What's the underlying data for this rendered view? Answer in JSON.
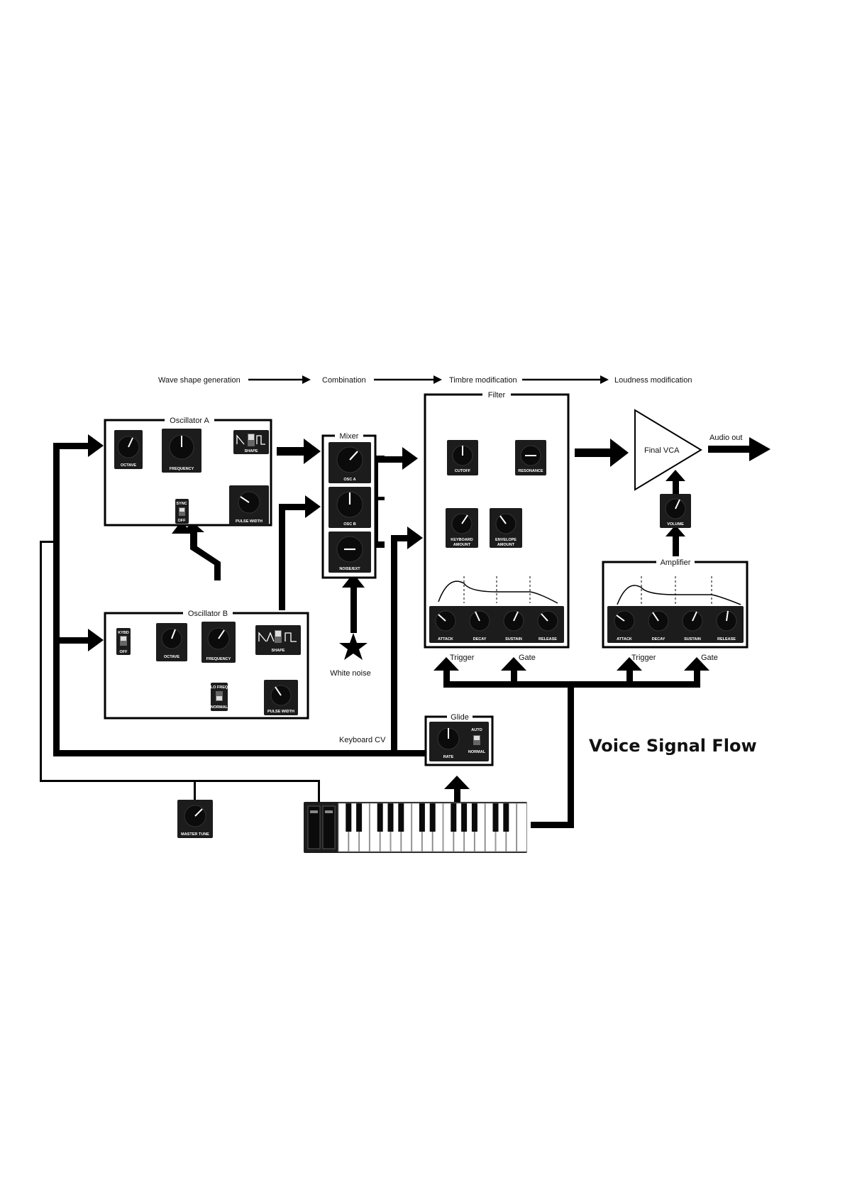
{
  "stages": {
    "wave": "Wave shape generation",
    "combination": "Combination",
    "timbre": "Timbre modification",
    "loudness": "Loudness modification"
  },
  "oscA": {
    "title": "Oscillator A",
    "octave": "OCTAVE",
    "frequency": "FREQUENCY",
    "shape": "SHAPE",
    "pulse_width": "PULSE WIDTH",
    "sync_on": "SYNC",
    "sync_off": "OFF"
  },
  "oscB": {
    "title": "Oscillator B",
    "kybd_on": "KYBD",
    "kybd_off": "OFF",
    "octave": "OCTAVE",
    "frequency": "FREQUENCY",
    "shape": "SHAPE",
    "lo_freq": "LO FREQ",
    "normal": "NORMAL",
    "pulse_width": "PULSE WIDTH"
  },
  "mixer": {
    "title": "Mixer",
    "osc_a": "OSC A",
    "osc_b": "OSC B",
    "noise": "NOISE/EXT"
  },
  "white_noise": "White noise",
  "filter": {
    "title": "Filter",
    "cutoff": "CUTOFF",
    "resonance": "RESONANCE",
    "keyboard_amount": [
      "KEYBOARD",
      "AMOUNT"
    ],
    "envelope_amount": [
      "ENVELOPE",
      "AMOUNT"
    ],
    "attack": "ATTACK",
    "decay": "DECAY",
    "sustain": "SUSTAIN",
    "release": "RELEASE"
  },
  "vca": {
    "title": "Final VCA",
    "audio_out": "Audio out",
    "volume": "VOLUME"
  },
  "amplifier": {
    "title": "Amplifier",
    "attack": "ATTACK",
    "decay": "DECAY",
    "sustain": "SUSTAIN",
    "release": "RELEASE"
  },
  "trigger": "Trigger",
  "gate": "Gate",
  "glide": {
    "title": "Glide",
    "rate": "RATE",
    "auto": "AUTO",
    "normal": "NORMAL"
  },
  "keyboard_cv": "Keyboard CV",
  "master_tune": "MASTER TUNE",
  "heading": "Voice Signal Flow",
  "colors": {
    "ink": "#000000",
    "panel": "#1c1c1c",
    "knob": "#0d0d0d",
    "paper": "#ffffff"
  }
}
